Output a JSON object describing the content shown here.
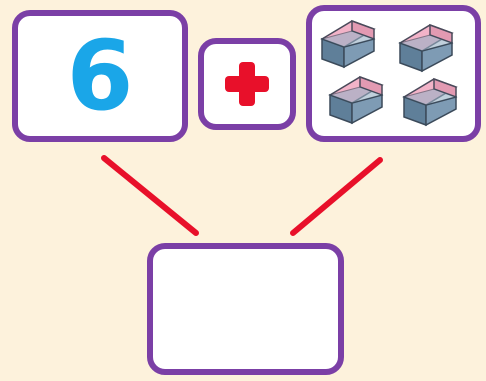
{
  "problem": {
    "addend_number": "6",
    "operator": "plus",
    "eraser_count": 4,
    "answer_value": ""
  },
  "icons": {
    "operator_icon": "plus-icon",
    "counter_icon": "eraser-icon"
  },
  "colors": {
    "background": "#fdf2dc",
    "border": "#7b3fa6",
    "digit": "#1aa6e8",
    "plus": "#e8102a",
    "line": "#e8102a"
  }
}
